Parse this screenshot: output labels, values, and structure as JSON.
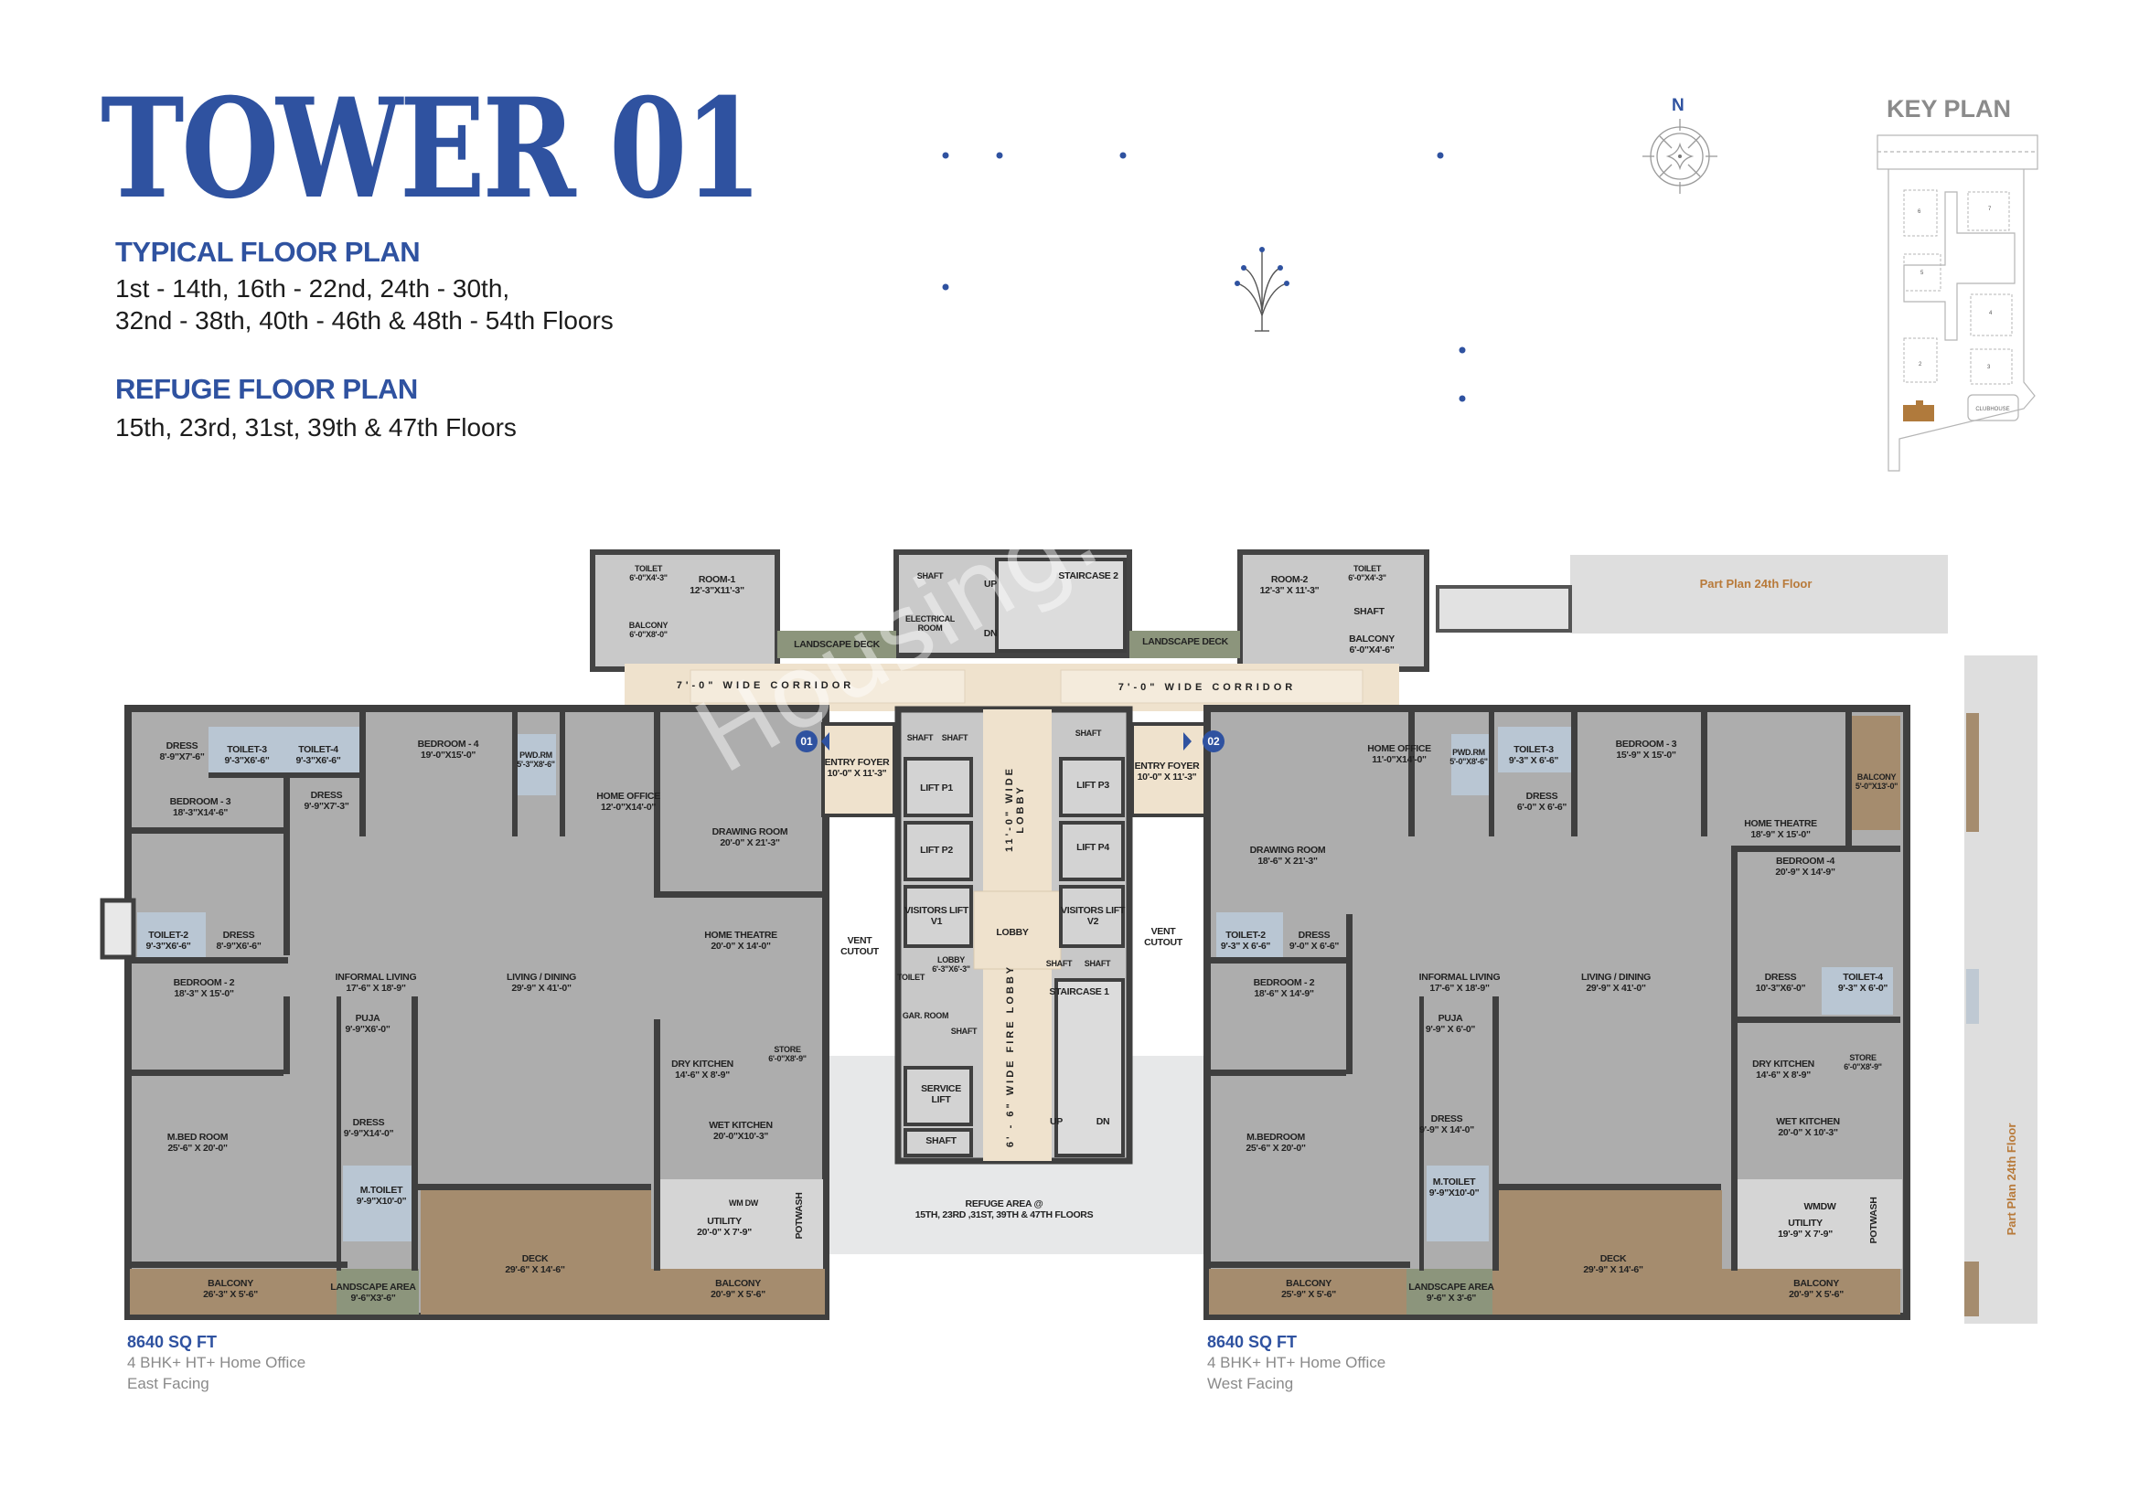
{
  "header": {
    "title": "TOWER 01",
    "typical_heading": "TYPICAL FLOOR PLAN",
    "typical_floors_line1": "1st - 14th, 16th - 22nd, 24th - 30th,",
    "typical_floors_line2": "32nd - 38th, 40th - 46th & 48th - 54th Floors",
    "refuge_heading": "REFUGE FLOOR PLAN",
    "refuge_floors": "15th, 23rd, 31st, 39th & 47th Floors"
  },
  "compass": {
    "north_label": "N"
  },
  "key_plan": {
    "title": "KEY PLAN",
    "clubhouse_label": "CLUBHOUSE",
    "tower_numbers": [
      "2",
      "3",
      "4",
      "5",
      "6",
      "7"
    ],
    "highlight_color": "#b07a3c"
  },
  "colors": {
    "brand_blue": "#2f52a0",
    "wood": "#a58c6e",
    "toilet_blue": "#b9c6d3",
    "corridor": "#efe2cd",
    "landscape": "#8c957c",
    "floor_gray": "#adadad"
  },
  "watermark": "Housing.com",
  "part_plan_label": "Part Plan 24th Floor",
  "part_plan_label_vertical": "Part Plan 24th Floor",
  "units": {
    "left": {
      "badge": "01",
      "area": "8640 SQ FT",
      "config": "4 BHK+ HT+ Home Office",
      "facing": "East Facing"
    },
    "right": {
      "badge": "02",
      "area": "8640 SQ FT",
      "config": "4 BHK+ HT+ Home Office",
      "facing": "West Facing"
    }
  },
  "left_rooms": [
    {
      "name": "TOILET",
      "size": "6'-0\"X4'-3\""
    },
    {
      "name": "ROOM-1",
      "size": "12'-3\"X11'-3\""
    },
    {
      "name": "BALCONY",
      "size": "6'-0\"X8'-0\""
    },
    {
      "name": "DRESS",
      "size": "8'-9\"X7'-6\""
    },
    {
      "name": "TOILET-3",
      "size": "9'-3\"X6'-6\""
    },
    {
      "name": "TOILET-4",
      "size": "9'-3\"X6'-6\""
    },
    {
      "name": "BEDROOM - 4",
      "size": "19'-0\"X15'-0\""
    },
    {
      "name": "PWD.RM",
      "size": "5'-3\"X8'-6\""
    },
    {
      "name": "HOME OFFICE",
      "size": "12'-0\"X14'-0\""
    },
    {
      "name": "DRAWING ROOM",
      "size": "20'-0\" X 21'-3\""
    },
    {
      "name": "BEDROOM - 3",
      "size": "18'-3\"X14'-6\""
    },
    {
      "name": "DRESS",
      "size": "9'-9\"X7'-3\""
    },
    {
      "name": "TOILET-2",
      "size": "9'-3\"X6'-6\""
    },
    {
      "name": "DRESS",
      "size": "8'-9\"X6'-6\""
    },
    {
      "name": "INFORMAL LIVING",
      "size": "17'-6\" X 18'-9\""
    },
    {
      "name": "LIVING / DINING",
      "size": "29'-9\" X 41'-0\""
    },
    {
      "name": "HOME THEATRE",
      "size": "20'-0\" X 14'-0\""
    },
    {
      "name": "BEDROOM - 2",
      "size": "18'-3\" X 15'-0\""
    },
    {
      "name": "PUJA",
      "size": "9'-9\"X6'-0\""
    },
    {
      "name": "DRY KITCHEN",
      "size": "14'-6\" X 8'-9\""
    },
    {
      "name": "STORE",
      "size": "6'-0\"X8'-9\""
    },
    {
      "name": "DRESS",
      "size": "9'-9\"X14'-0\""
    },
    {
      "name": "M.BED ROOM",
      "size": "25'-6\" X 20'-0\""
    },
    {
      "name": "WET KITCHEN",
      "size": "20'-0\"X10'-3\""
    },
    {
      "name": "M.TOILET",
      "size": "9'-9\"X10'-0\""
    },
    {
      "name": "DECK",
      "size": "29'-6\" X 14'-6\""
    },
    {
      "name": "UTILITY",
      "size": "20'-0\" X 7'-9\""
    },
    {
      "name": "WM DW",
      "size": ""
    },
    {
      "name": "BALCONY",
      "size": "26'-3\" X 5'-6\""
    },
    {
      "name": "LANDSCAPE AREA",
      "size": "9'-6\"X3'-6\""
    },
    {
      "name": "BALCONY",
      "size": "20'-9\" X 5'-6\""
    },
    {
      "name": "POTWASH",
      "size": ""
    },
    {
      "name": "ENTRY FOYER",
      "size": "10'-0\" X 11'-3\""
    }
  ],
  "right_rooms": [
    {
      "name": "ROOM-2",
      "size": "12'-3\" X 11'-3\""
    },
    {
      "name": "TOILET",
      "size": "6'-0\"X4'-3\""
    },
    {
      "name": "SHAFT",
      "size": ""
    },
    {
      "name": "BALCONY",
      "size": "6'-0\"X4'-6\""
    },
    {
      "name": "HOME OFFICE",
      "size": "11'-0\"X14'-0\""
    },
    {
      "name": "PWD.RM",
      "size": "5'-0\"X8'-6\""
    },
    {
      "name": "TOILET-3",
      "size": "9'-3\" X 6'-6\""
    },
    {
      "name": "BEDROOM - 3",
      "size": "15'-9\" X 15'-0\""
    },
    {
      "name": "DRESS",
      "size": "6'-0\" X 6'-6\""
    },
    {
      "name": "BALCONY",
      "size": "5'-0\"X13'-0\""
    },
    {
      "name": "HOME THEATRE",
      "size": "18'-9\" X 15'-0\""
    },
    {
      "name": "DRAWING ROOM",
      "size": "18'-6\" X 21'-3\""
    },
    {
      "name": "BEDROOM -4",
      "size": "20'-9\" X 14'-9\""
    },
    {
      "name": "TOILET-2",
      "size": "9'-3\" X 6'-6\""
    },
    {
      "name": "DRESS",
      "size": "9'-0\" X 6'-6\""
    },
    {
      "name": "INFORMAL LIVING",
      "size": "17'-6\" X 18'-9\""
    },
    {
      "name": "LIVING / DINING",
      "size": "29'-9\" X 41'-0\""
    },
    {
      "name": "DRESS",
      "size": "10'-3\"X6'-0\""
    },
    {
      "name": "TOILET-4",
      "size": "9'-3\" X 6'-0\""
    },
    {
      "name": "BEDROOM - 2",
      "size": "18'-6\" X 14'-9\""
    },
    {
      "name": "PUJA",
      "size": "9'-9\" X 6'-0\""
    },
    {
      "name": "DRY KITCHEN",
      "size": "14'-6\" X 8'-9\""
    },
    {
      "name": "STORE",
      "size": "6'-0\"X8'-9\""
    },
    {
      "name": "DRESS",
      "size": "9'-9\" X 14'-0\""
    },
    {
      "name": "M.BEDROOM",
      "size": "25'-6\" X 20'-0\""
    },
    {
      "name": "WET KITCHEN",
      "size": "20'-0\" X 10'-3\""
    },
    {
      "name": "M.TOILET",
      "size": "9'-9\"X10'-0\""
    },
    {
      "name": "WMDW",
      "size": ""
    },
    {
      "name": "UTILITY",
      "size": "19'-9\" X 7'-9\""
    },
    {
      "name": "POTWASH",
      "size": ""
    },
    {
      "name": "DECK",
      "size": "29'-9\" X 14'-6\""
    },
    {
      "name": "BALCONY",
      "size": "25'-9\" X 5'-6\""
    },
    {
      "name": "LANDSCAPE AREA",
      "size": "9'-6\" X 3'-6\""
    },
    {
      "name": "BALCONY",
      "size": "20'-9\" X 5'-6\""
    },
    {
      "name": "ENTRY FOYER",
      "size": "10'-0\" X 11'-3\""
    }
  ],
  "core_labels": [
    {
      "name": "SHAFT",
      "size": ""
    },
    {
      "name": "ELECTRICAL",
      "size": "ROOM"
    },
    {
      "name": "UP",
      "size": ""
    },
    {
      "name": "DN",
      "size": ""
    },
    {
      "name": "STAIRCASE 2",
      "size": ""
    },
    {
      "name": "LANDSCAPE DECK",
      "size": ""
    },
    {
      "name": "LANDSCAPE DECK",
      "size": ""
    },
    {
      "name": "7'-0\" WIDE CORRIDOR",
      "size": ""
    },
    {
      "name": "7'-0\" WIDE CORRIDOR",
      "size": ""
    },
    {
      "name": "SHAFT",
      "size": ""
    },
    {
      "name": "SHAFT",
      "size": ""
    },
    {
      "name": "SHAFT",
      "size": ""
    },
    {
      "name": "LIFT P1",
      "size": ""
    },
    {
      "name": "LIFT P2",
      "size": ""
    },
    {
      "name": "LIFT P3",
      "size": ""
    },
    {
      "name": "LIFT P4",
      "size": ""
    },
    {
      "name": "11'-0\" WIDE",
      "size": "LOBBY"
    },
    {
      "name": "VENT",
      "size": "CUTOUT"
    },
    {
      "name": "VENT",
      "size": "CUTOUT"
    },
    {
      "name": "VISITORS LIFT",
      "size": "V1"
    },
    {
      "name": "LOBBY",
      "size": ""
    },
    {
      "name": "VISITORS LIFT",
      "size": "V2"
    },
    {
      "name": "TOILET",
      "size": ""
    },
    {
      "name": "LOBBY",
      "size": "6'-3\"X6'-3\""
    },
    {
      "name": "SHAFT",
      "size": ""
    },
    {
      "name": "SHAFT",
      "size": ""
    },
    {
      "name": "STAIRCASE 1",
      "size": ""
    },
    {
      "name": "GAR. ROOM",
      "size": ""
    },
    {
      "name": "SHAFT",
      "size": ""
    },
    {
      "name": "6' - 6\" WIDE FIRE LOBBY",
      "size": ""
    },
    {
      "name": "SERVICE",
      "size": "LIFT"
    },
    {
      "name": "UP",
      "size": ""
    },
    {
      "name": "DN",
      "size": ""
    },
    {
      "name": "SHAFT",
      "size": ""
    },
    {
      "name": "REFUGE AREA @",
      "size": "15TH, 23RD ,31ST, 39TH & 47TH FLOORS"
    }
  ]
}
